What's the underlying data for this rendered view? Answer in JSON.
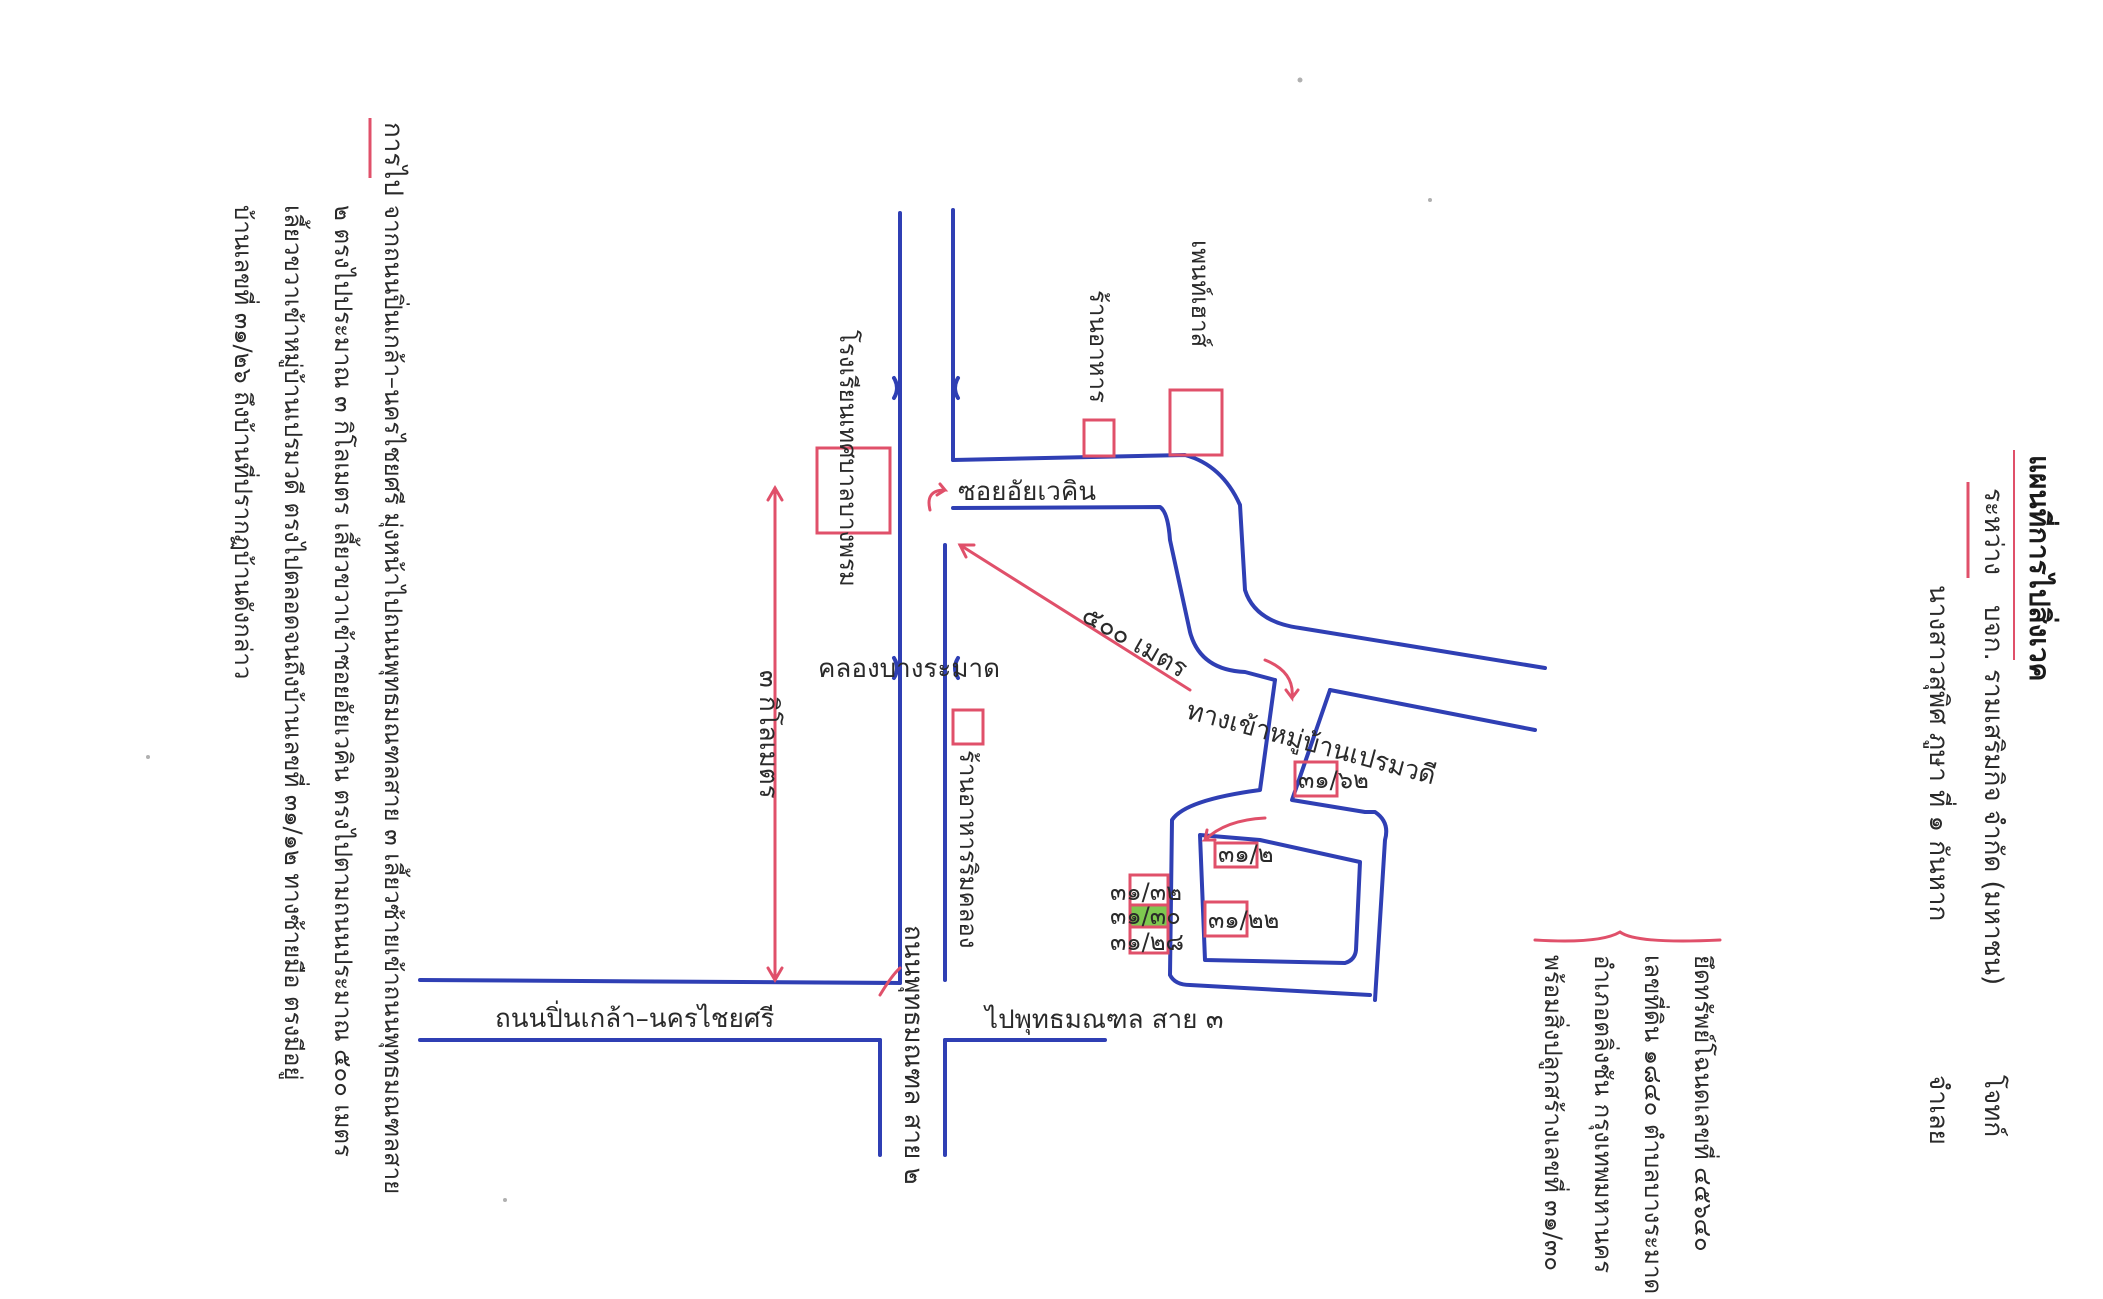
{
  "header": {
    "title": "แผนที่การไปสิ่งเวค",
    "between_label": "ระหว่าง",
    "party_1": "บจก. รามเสริมกิจ จำกัด (มหาชน)",
    "party_2": "นางสาวสุพิศ ภูษา ที่ ๑ กันหาก",
    "role_plaintiff": "โจทก์",
    "role_defendant": "จำเลย"
  },
  "directions": {
    "heading": "การไป",
    "lines": [
      "จากถนนปิ่นเกล้า–นครไชยศรี มุ่งหน้าไปถนนพุทธมณฑลสาย ๓ เลี้ยวซ้ายเข้าถนนพุทธมณฑลสาย",
      "๒ ตรงไปประมาณ ๓ กิโลเมตร เลี้ยวขวาเข้าซอยอัยเวคิน ตรงไปตามถนนประมาณ ๕๐๐ เมตร",
      "เลี้ยวขวาเข้าหมู่บ้านเปรมวดี ตรงไปตลอดจนถึงบ้านเลขที่ ๓๑/๑๒ ทางซ้ายมือ ตรงมีอยู่",
      "บ้านเลขที่ ๓๑/๒๖ ถึงบ้านที่ปรากฏบ้านดังกล่าว"
    ]
  },
  "property_note": {
    "lines": [
      "ยึดทรัพย์โฉนดเลขที่ ๔๕๖๔๐",
      "เลขที่ดิน ๑๘๔๐ ตำบลบางระมาด",
      "อำเภอตลิ่งชัน กรุงเทพมหานคร",
      "พร้อมสิ่งปลูกสร้างเลขที่ ๓๑/๓๐"
    ]
  },
  "map": {
    "roads": {
      "pinklao_road": "ถนนปิ่นเกล้า–นครไชยศรี",
      "phutthamonthon_3": "ไปพุทธมณฑล สาย ๓",
      "phutthamonthon_2": "ถนนพุทธมณฑล สาย ๒",
      "soi_label": "ซอยอัยเวคิน",
      "canal_label": "คลองบางระมาด",
      "village_label": "ทางเข้าหมู่บ้านเปรมวดี"
    },
    "distances": {
      "three_km": "๓ กิโลเมตร",
      "five_hundred_m": "๕๐๐ เมตร"
    },
    "landmarks": {
      "school": "โรงเรียนเทศบาลบางพรม",
      "restaurant_top": "ร้านอาหาร",
      "tower": "เพนท์เฮาส์",
      "restaurant_canal": "ร้านอาหารริมคลอง"
    },
    "house_numbers": {
      "h31_62": "๓๑/๖๒",
      "h31_2": "๓๑/๒",
      "h31_22": "๓๑/๒๒",
      "h31_32": "๓๑/๓๒",
      "h31_30": "๓๑/๓๐",
      "h31_28": "๓๑/๒๘"
    },
    "colors": {
      "road": "#2f3fb4",
      "marker": "#e0506a",
      "target_house": "#7ec850"
    },
    "target_house": "๓๑/๓๐"
  }
}
